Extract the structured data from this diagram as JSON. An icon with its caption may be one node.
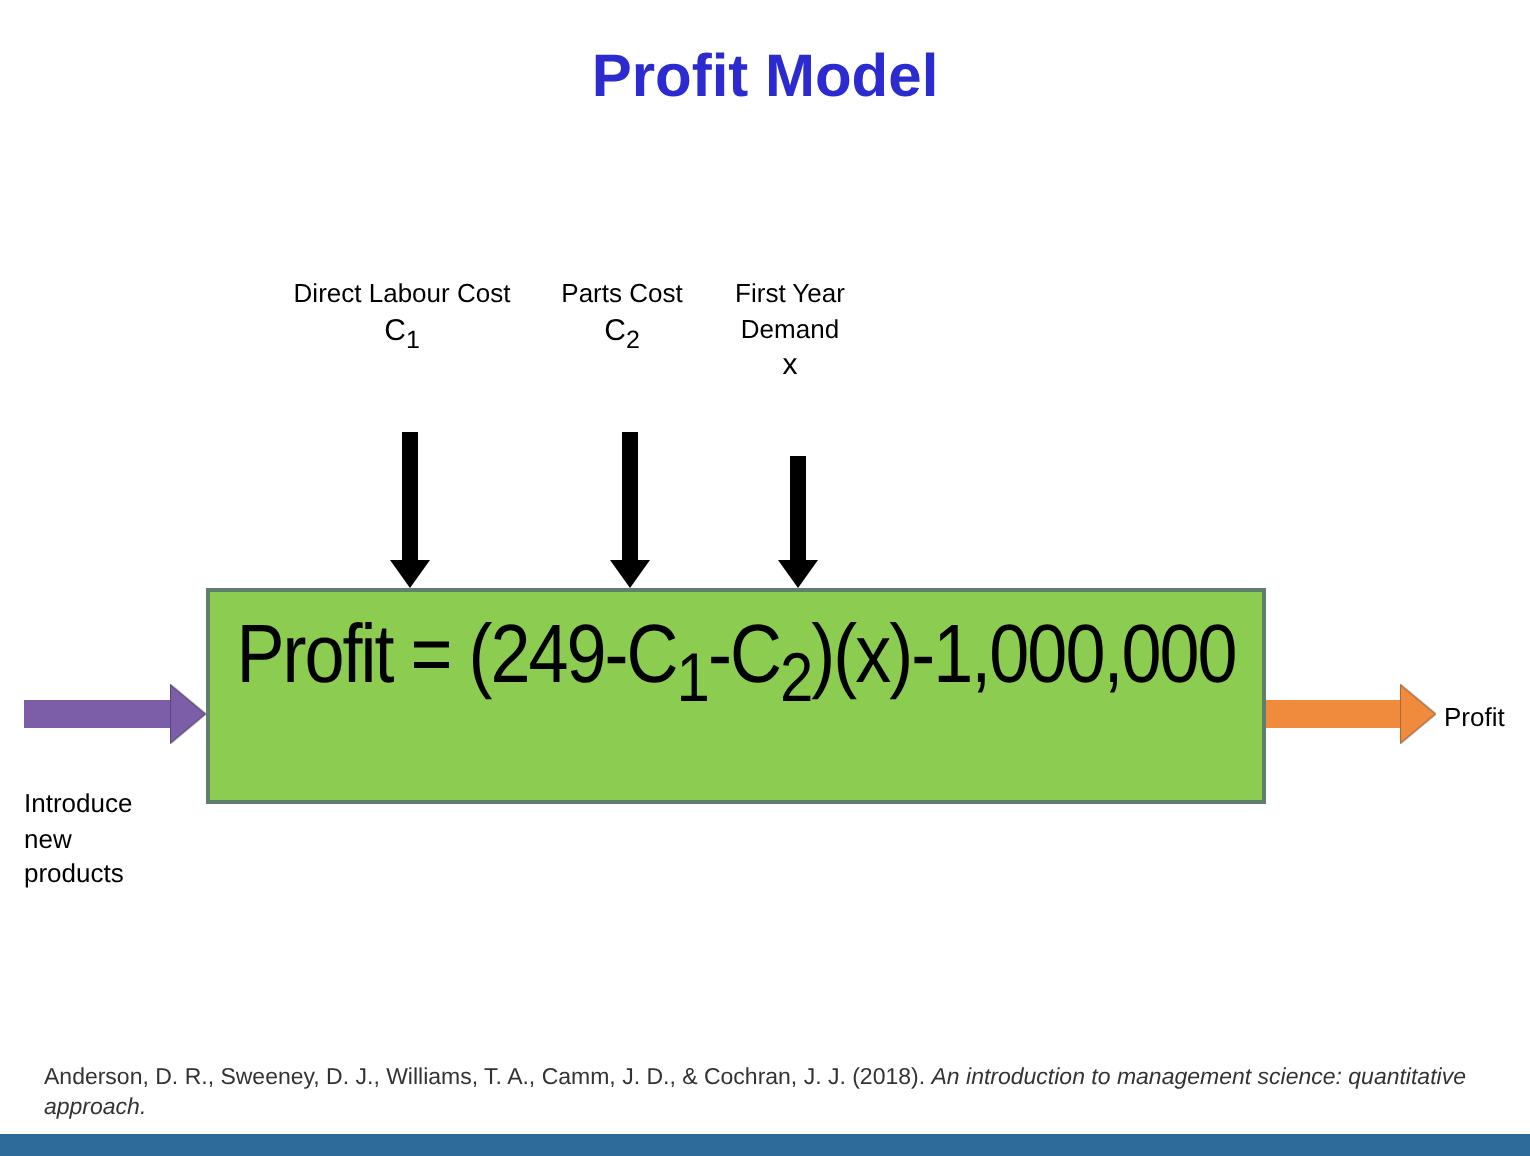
{
  "diagram": {
    "title": "Profit Model",
    "caption": "Anderson, D. R., Sweeney, D. J., Williams, T. A., Camm, J. D., & Cochran, J. J. (2018). *An introduction to management science: quantitative approach.*",
    "nodes": [
      {
        "text": [
          "Profit = (249-C$_{1}$-C$_{2}$)(x)-1,000,000"
        ]
      },
      {
        "text": [
          "Direct Labour Cost",
          "C$_{1}$"
        ]
      },
      {
        "text": [
          "Parts Cost",
          "C$_{2}$"
        ]
      },
      {
        "text": [
          "First Year Demand",
          "x"
        ]
      },
      {
        "text": [
          "Profit"
        ]
      }
    ],
    "edges": [
      {
        "from": 1,
        "to": 0,
        "arrow": "to"
      },
      {
        "from": 2,
        "to": 0,
        "arrow": "to"
      },
      {
        "from": 3,
        "to": 0,
        "arrow": "to"
      },
      {
        "from": null,
        "to": 0,
        "arrow": "to",
        "color": "#7b5ea7"
      },
      {
        "from": 0,
        "to": 4,
        "arrow": "to",
        "color": "#f08a3c"
      }
    ],
    "labels": [
      "Introduce new products"
    ]
  }
}
